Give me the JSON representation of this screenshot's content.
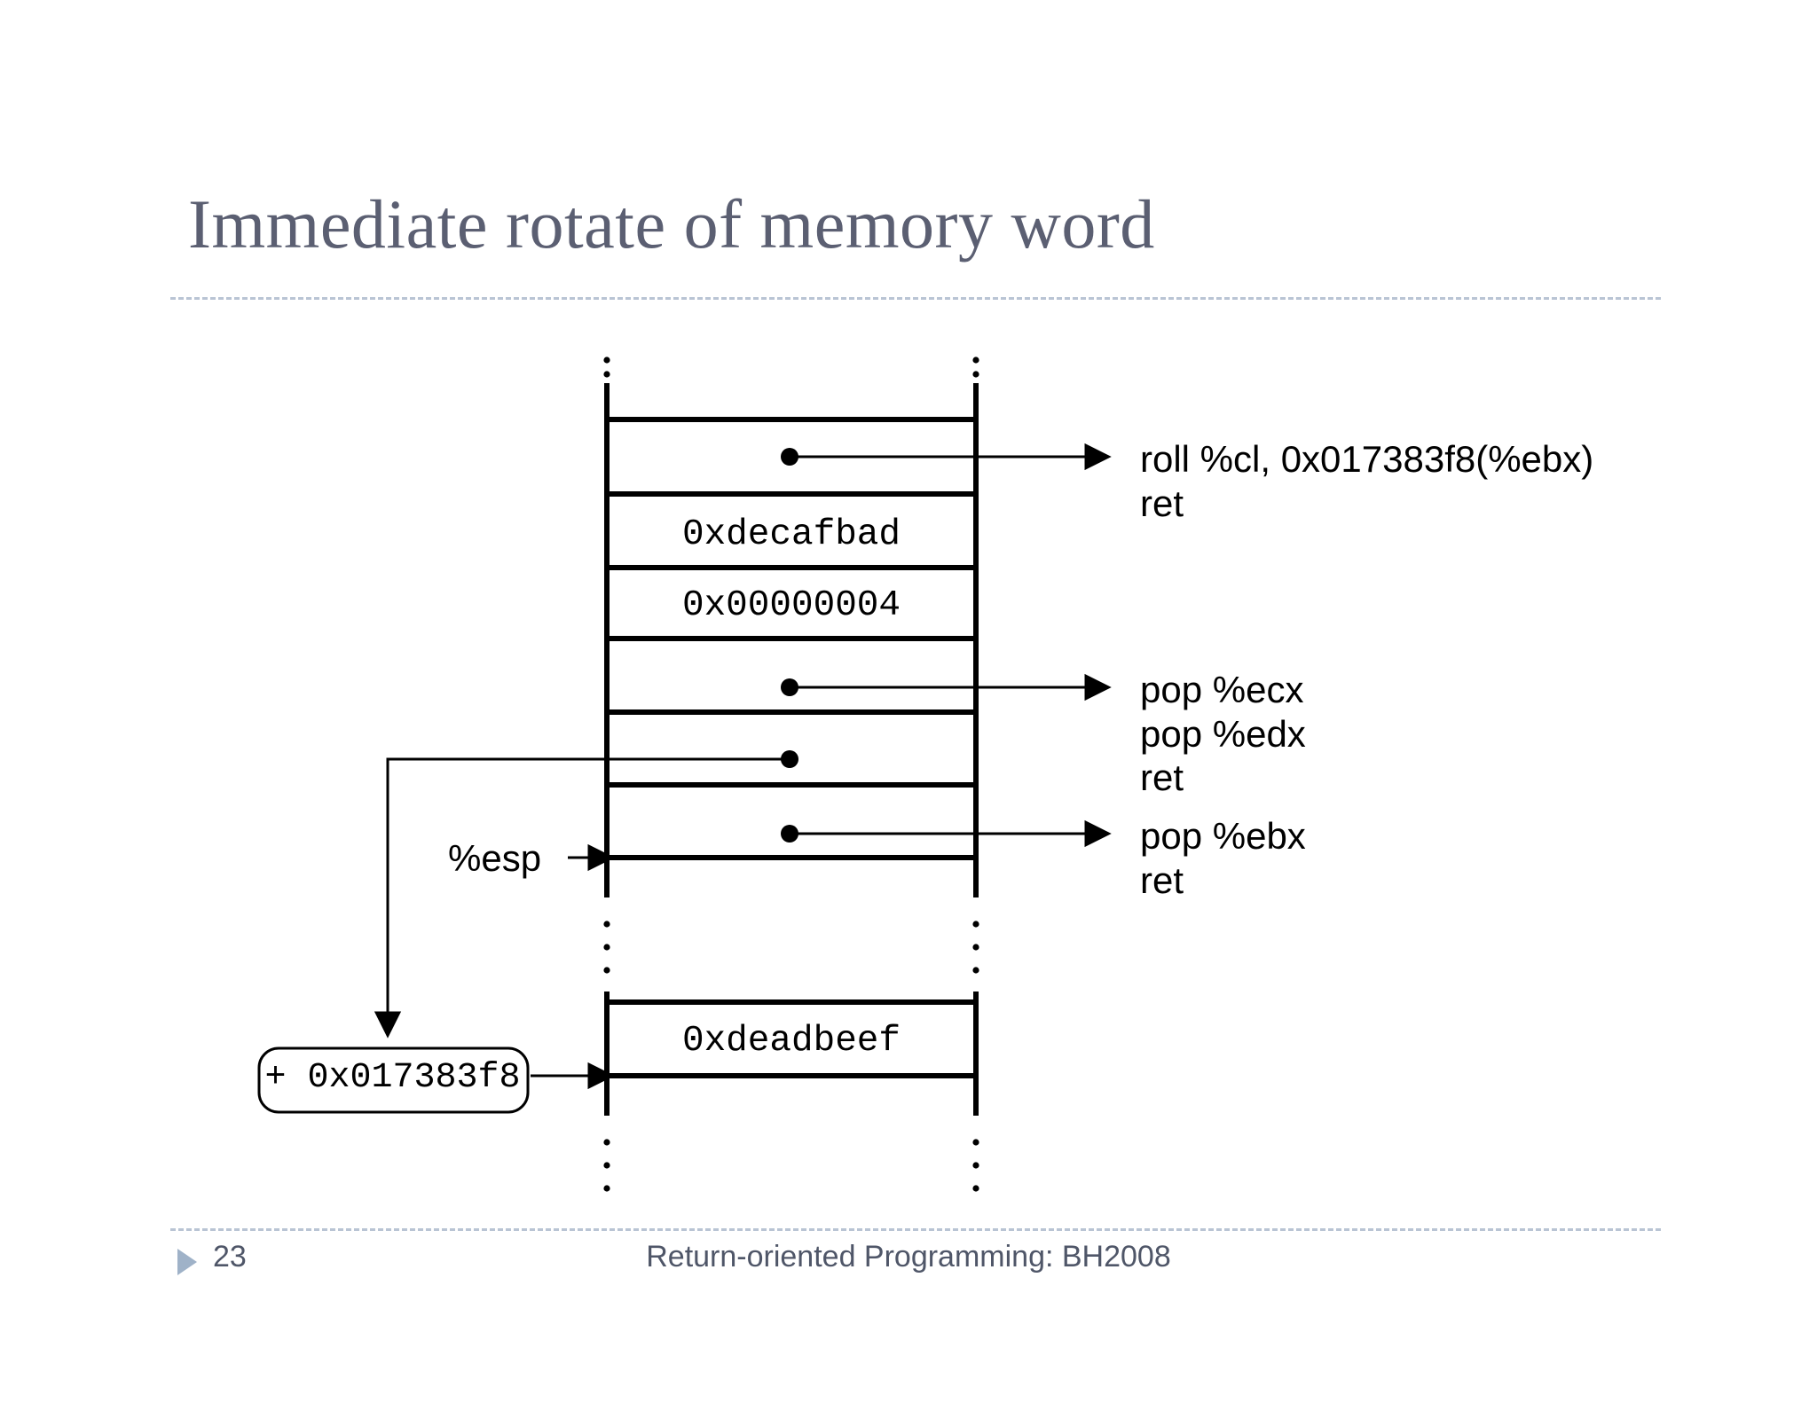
{
  "slide": {
    "title": "Immediate rotate of memory word",
    "footer": {
      "page_number": "23",
      "center_text": "Return-oriented Programming: BH2008",
      "bullet_icon": "triangle-right-icon",
      "accent_color": "#9fb2c8",
      "rule_color": "#b9c4d4",
      "title_color": "#5b5f72"
    }
  },
  "diagram": {
    "name": "stack-layout-diagram",
    "stack_pointer_label": "%esp",
    "offset_box": {
      "label": "+ 0x017383f8",
      "shape": "rounded-rect"
    },
    "cells": [
      {
        "id": "gadget-roll",
        "value": "",
        "has_pointer_dot": true,
        "annotation_index": 0
      },
      {
        "id": "const-decafbad",
        "value": "0xdecafbad",
        "has_pointer_dot": false,
        "annotation_index": null
      },
      {
        "id": "const-four",
        "value": "0x00000004",
        "has_pointer_dot": false,
        "annotation_index": null
      },
      {
        "id": "gadget-pop-ecx",
        "value": "",
        "has_pointer_dot": true,
        "annotation_index": 1
      },
      {
        "id": "ebx-value",
        "value": "",
        "has_pointer_dot": true,
        "annotation_index": null
      },
      {
        "id": "gadget-pop-ebx",
        "value": "",
        "has_pointer_dot": true,
        "annotation_index": 2
      },
      {
        "id": "target-word",
        "value": "0xdeadbeef",
        "has_pointer_dot": false,
        "annotation_index": null
      }
    ],
    "annotations": [
      {
        "id": "annot-roll",
        "lines": [
          "roll %cl, 0x017383f8(%ebx)",
          "ret"
        ]
      },
      {
        "id": "annot-pop-ecx",
        "lines": [
          "pop %ecx",
          "pop %edx",
          "ret"
        ]
      },
      {
        "id": "annot-pop-ebx",
        "lines": [
          "pop %ebx",
          "ret"
        ]
      }
    ],
    "ellipsis_marker": "vertical-dots"
  }
}
